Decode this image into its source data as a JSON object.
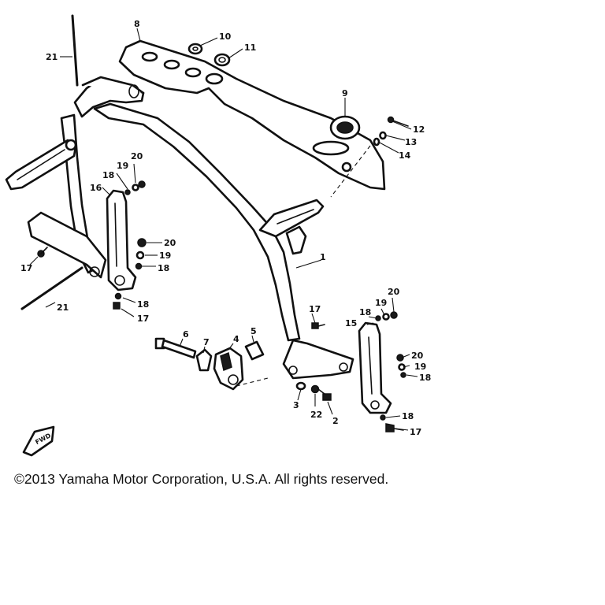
{
  "diagram": {
    "callouts": {
      "c1": "1",
      "c2": "2",
      "c3": "3",
      "c4": "4",
      "c5": "5",
      "c6": "6",
      "c7": "7",
      "c8": "8",
      "c9": "9",
      "c10": "10",
      "c11": "11",
      "c12": "12",
      "c13": "13",
      "c14": "14",
      "c15": "15",
      "c16": "16",
      "c17a": "17",
      "c17b": "17",
      "c17c": "17",
      "c17d": "17",
      "c18a": "18",
      "c18b": "18",
      "c18c": "18",
      "c18d": "18",
      "c18e": "18",
      "c18f": "18",
      "c19a": "19",
      "c19b": "19",
      "c19c": "19",
      "c19d": "19",
      "c20a": "20",
      "c20b": "20",
      "c20c": "20",
      "c20d": "20",
      "c21a": "21",
      "c21b": "21",
      "c22": "22"
    },
    "front_marker": "FWD"
  },
  "copyright": "©2013 Yamaha Motor Corporation, U.S.A. All rights reserved."
}
